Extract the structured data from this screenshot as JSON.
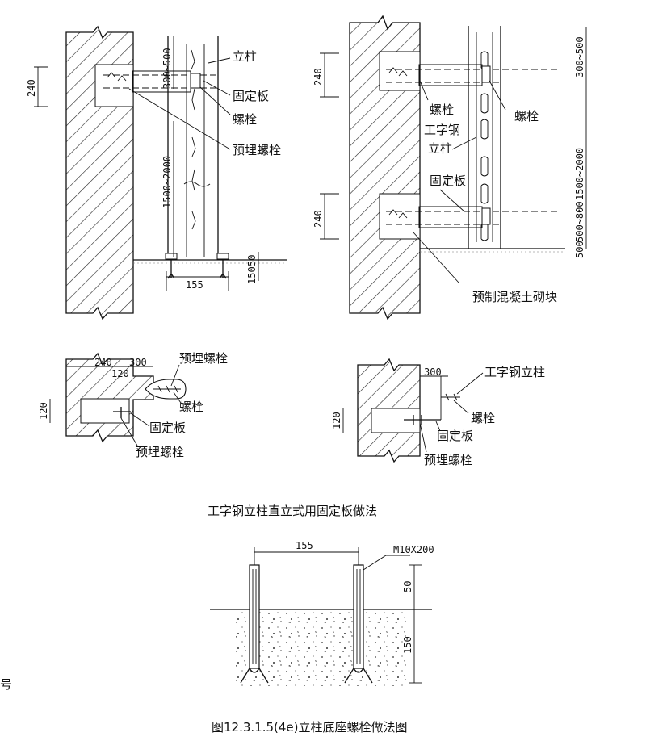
{
  "fig1": {
    "labels": {
      "post": "立柱",
      "plate": "固定板",
      "bolt": "螺栓",
      "anchor": "预埋螺栓"
    },
    "dims": {
      "d240": "240",
      "dtop": "300~500",
      "dmid": "1500~2000",
      "dbase": "50",
      "dbase2": "150",
      "dwidth": "155"
    }
  },
  "fig2": {
    "labels": {
      "bolt_left": "螺栓",
      "bolt_right": "螺栓",
      "ibeam": "工字钢",
      "post": "立柱",
      "plate": "固定板",
      "block": "预制混凝土砌块"
    },
    "dims": {
      "d240a": "240",
      "d240b": "240",
      "dtop": "300~500",
      "dmid": "1500~2000",
      "dlow": "500~800",
      "dbot": "500"
    }
  },
  "fig3": {
    "labels": {
      "anchor_top": "预埋螺栓",
      "bolt": "螺栓",
      "plate": "固定板",
      "anchor_bot": "预埋螺栓"
    },
    "dims": {
      "d240": "240",
      "d300": "300",
      "d120a": "120",
      "d120b": "120"
    }
  },
  "fig4": {
    "labels": {
      "ibeam": "工字钢立柱",
      "bolt": "螺栓",
      "plate": "固定板",
      "anchor": "预埋螺栓"
    },
    "dims": {
      "d300": "300",
      "d120": "120"
    }
  },
  "caption_mid": "工字钢立柱直立式用固定板做法",
  "fig5": {
    "labels": {
      "bolt_spec": "M10X200"
    },
    "dims": {
      "d155": "155",
      "d50": "50",
      "d150": "150"
    }
  },
  "caption_bottom": "图12.3.1.5(4e)立柱底座螺栓做法图",
  "margin_mark": "号"
}
